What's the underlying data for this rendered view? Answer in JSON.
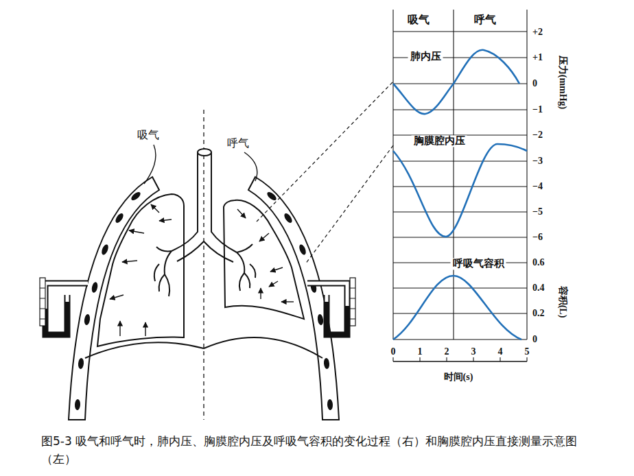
{
  "diagram": {
    "caption": "图5-3 吸气和呼气时，肺内压、胸膜腔内压及呼吸气容积的变化过程（右）和胸膜腔内压直接测量示意图（左）",
    "labels": [
      "吸气",
      "呼气",
      "吸气",
      "呼气",
      "肺内压",
      "胸膜腔内压",
      "呼吸气容积",
      "+2",
      "+1",
      "0",
      "−1",
      "−2",
      "−3",
      "−4",
      "−5",
      "−6",
      "压力(mmHg)",
      "0.6",
      "0.4",
      "0.2",
      "0",
      "容积(L)",
      "0",
      "1",
      "2",
      "3",
      "4",
      "5",
      "时间(s)"
    ]
  }
}
